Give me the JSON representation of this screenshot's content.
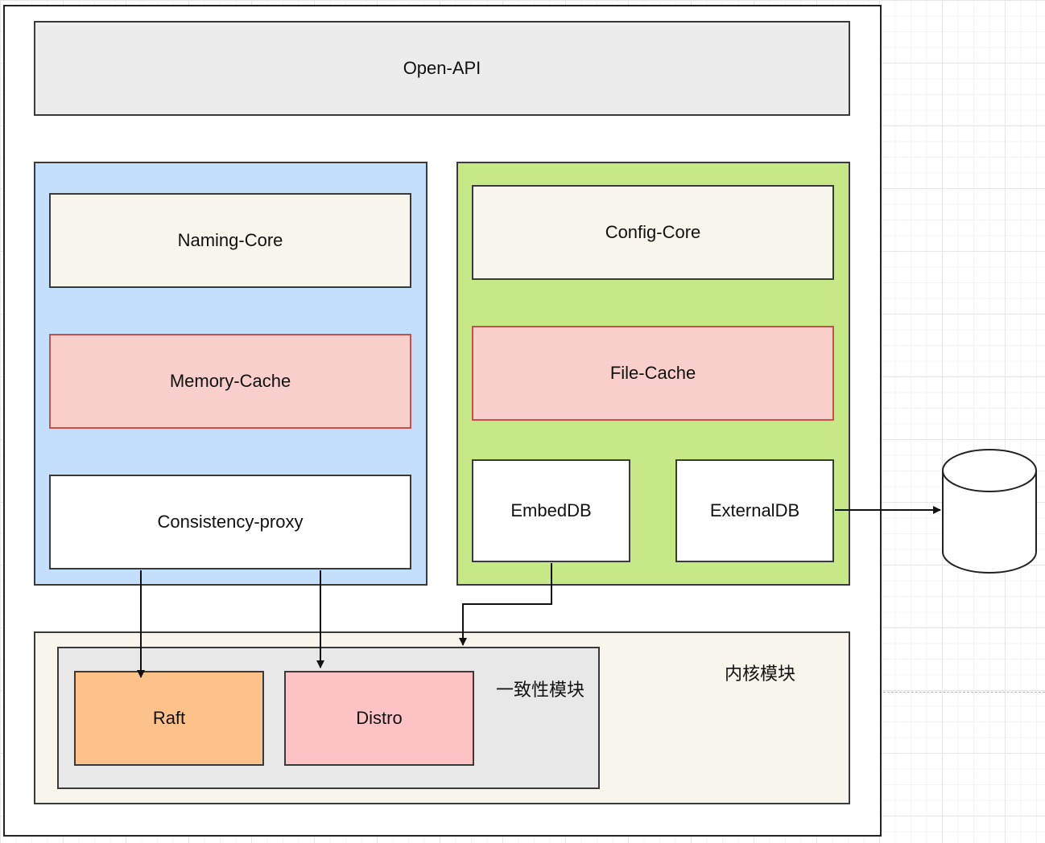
{
  "diagram": {
    "open_api": "Open-API",
    "naming": {
      "core": "Naming-Core",
      "cache": "Memory-Cache",
      "proxy": "Consistency-proxy"
    },
    "config": {
      "core": "Config-Core",
      "cache": "File-Cache",
      "embed_db": "EmbedDB",
      "external_db": "ExternalDB"
    },
    "kernel": {
      "label": "内核模块",
      "consistency": {
        "label": "一致性模块",
        "raft": "Raft",
        "distro": "Distro"
      }
    },
    "colors": {
      "open_api_fill": "#ececec",
      "naming_group_fill": "#c3dffc",
      "config_group_fill": "#c7e887",
      "core_fill": "#f7f5ec",
      "cache_fill": "#f8cfcb",
      "cache_border": "#c9504a",
      "kernel_fill": "#f7f5ec",
      "consistency_fill": "#e8e8e8",
      "raft_fill": "#fdc28a",
      "distro_fill": "#fdc3c4"
    }
  }
}
